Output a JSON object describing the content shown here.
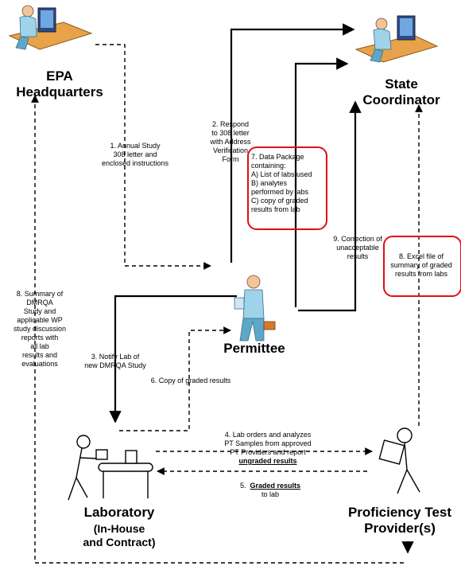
{
  "nodes": {
    "epa": [
      "EPA",
      "Headquarters"
    ],
    "state": [
      "State",
      "Coordinator"
    ],
    "permittee": "Permittee",
    "laboratory": "Laboratory",
    "laboratory_sub": [
      "(In-House",
      "and Contract)"
    ],
    "pt_provider": [
      "Proficiency Test",
      "Provider(s)"
    ]
  },
  "steps": {
    "s1": [
      "1.  Annual Study",
      "308 letter and",
      "enclosed instructions"
    ],
    "s2": [
      "2. Respond",
      "to 308 letter",
      "with Address",
      "Verification",
      "Form"
    ],
    "s3": [
      "3.  Notify Lab of",
      "new DMRQA Study"
    ],
    "s4": [
      "4.  Lab orders and analyzes",
      "PT Samples from approved",
      "PT Providers and report"
    ],
    "s4_emph": "ungraded results",
    "s5_num": "5.",
    "s5_emph": "Graded results",
    "s5_tail": "to lab",
    "s6": "6.  Copy of graded results",
    "s7": [
      "7.  Data Package",
      "containing:",
      "A) List of labs used",
      "B) analytes",
      "performed by labs",
      "C) copy of graded",
      "results from lab"
    ],
    "s8a": [
      "8.  Summary of",
      "DMRQA",
      "Study and",
      "applicable WP",
      "study discussion",
      "reports with",
      "all lab",
      "results and",
      "evaluations"
    ],
    "s8b": [
      "8.  Excel file of",
      "summary of graded",
      "results from labs"
    ],
    "s9": [
      "9.  Correction of",
      "unacceptable",
      "results"
    ]
  },
  "colors": {
    "highlight_box": "#e01010",
    "line": "#000000",
    "person_shirt": "#9fd3ea",
    "person_pants": "#5fa7c8",
    "desk": "#e8a24a"
  },
  "icons": [
    "computer-user-icon",
    "businessman-icon",
    "stick-figure-icon"
  ]
}
